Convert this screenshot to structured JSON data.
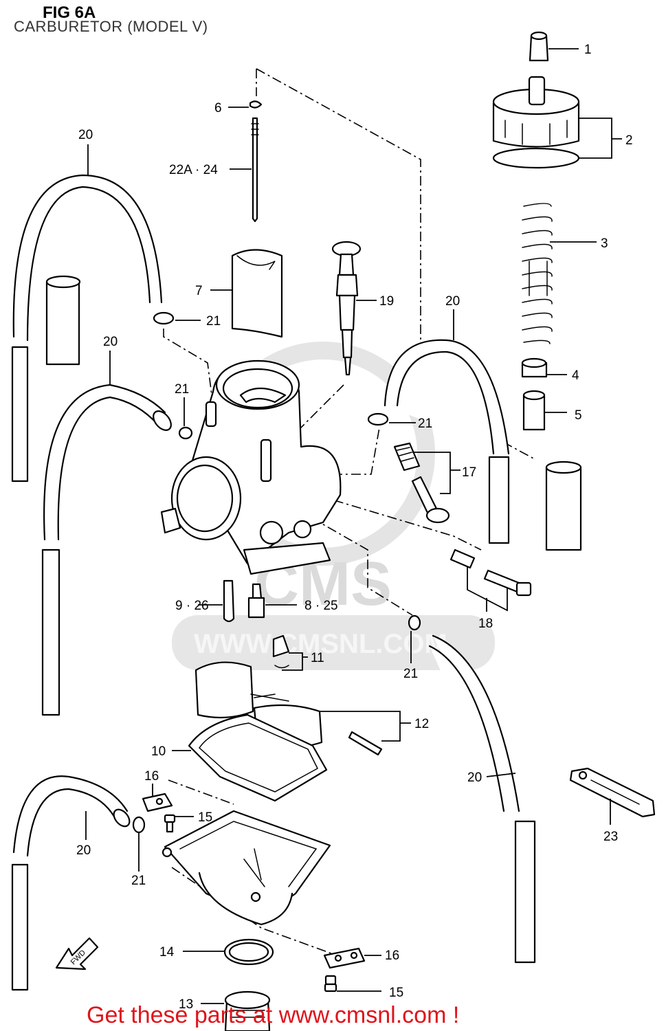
{
  "figure": {
    "title": "FIG 6A",
    "subtitle": "CARBURETOR (MODEL V)"
  },
  "watermark": {
    "logo_text": "CMS",
    "url_text": "WWW.CMSNL.COM"
  },
  "fwd_label": "FWD",
  "callouts": [
    {
      "id": "c1",
      "text": "1"
    },
    {
      "id": "c2",
      "text": "2"
    },
    {
      "id": "c3",
      "text": "3"
    },
    {
      "id": "c4",
      "text": "4"
    },
    {
      "id": "c5",
      "text": "5"
    },
    {
      "id": "c6",
      "text": "6"
    },
    {
      "id": "c22a24",
      "text": "22A · 24"
    },
    {
      "id": "c7",
      "text": "7"
    },
    {
      "id": "c21a",
      "text": "21"
    },
    {
      "id": "c19",
      "text": "19"
    },
    {
      "id": "c20a",
      "text": "20"
    },
    {
      "id": "c20b",
      "text": "20"
    },
    {
      "id": "c20c",
      "text": "20"
    },
    {
      "id": "c21b",
      "text": "21"
    },
    {
      "id": "c21c",
      "text": "21"
    },
    {
      "id": "c17",
      "text": "17"
    },
    {
      "id": "c18",
      "text": "18"
    },
    {
      "id": "c926",
      "text": "9 · 26"
    },
    {
      "id": "c825",
      "text": "8 · 25"
    },
    {
      "id": "c11",
      "text": "11"
    },
    {
      "id": "c21d",
      "text": "21"
    },
    {
      "id": "c12",
      "text": "12"
    },
    {
      "id": "c10",
      "text": "10"
    },
    {
      "id": "c20d",
      "text": "20"
    },
    {
      "id": "c16a",
      "text": "16"
    },
    {
      "id": "c15a",
      "text": "15"
    },
    {
      "id": "c20e",
      "text": "20"
    },
    {
      "id": "c21e",
      "text": "21"
    },
    {
      "id": "c23",
      "text": "23"
    },
    {
      "id": "c14",
      "text": "14"
    },
    {
      "id": "c16b",
      "text": "16"
    },
    {
      "id": "c15b",
      "text": "15"
    },
    {
      "id": "c13",
      "text": "13"
    }
  ],
  "footer": {
    "text": "Get these parts at www.cmsnl.com !"
  }
}
